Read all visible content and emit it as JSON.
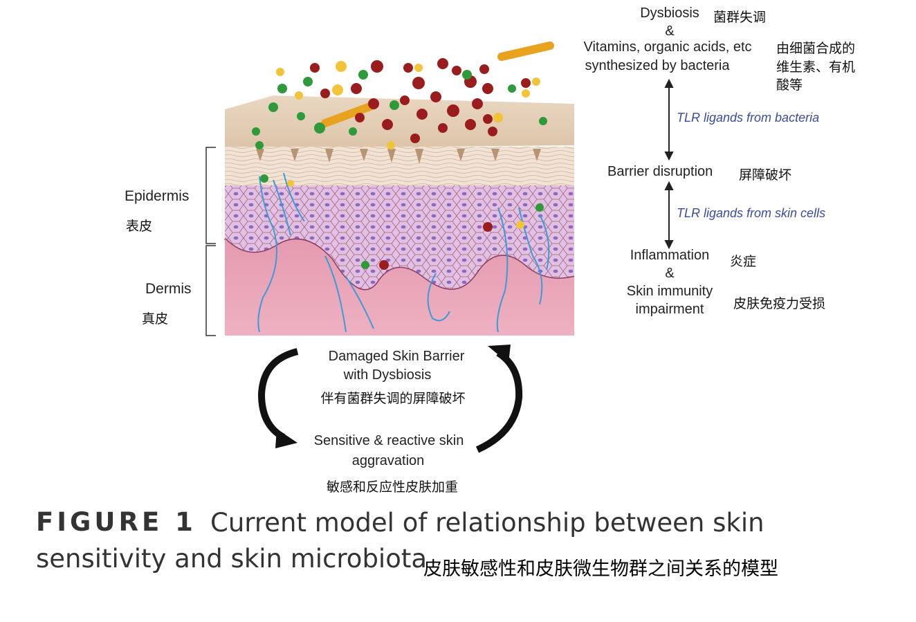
{
  "figure": {
    "label": "FIGURE 1",
    "caption_line1": "Current model of relationship between skin",
    "caption_line2": "sensitivity and skin microbiota",
    "caption_cn": "皮肤敏感性和皮肤微生物群之间关系的模型"
  },
  "skin_labels": {
    "epidermis": "Epidermis",
    "epidermis_cn": "表皮",
    "dermis": "Dermis",
    "dermis_cn": "真皮"
  },
  "cascade": {
    "dysbiosis": "Dysbiosis",
    "dysbiosis_cn": "菌群失调",
    "amp1": "&",
    "vitamins_line1": "Vitamins, organic acids, etc",
    "vitamins_line2": "synthesized by bacteria",
    "vitamins_cn_line1": "由细菌合成的",
    "vitamins_cn_line2": "维生素、有机",
    "vitamins_cn_line3": "酸等",
    "tlr_bacteria": "TLR ligands from bacteria",
    "barrier": "Barrier disruption",
    "barrier_cn": "屏障破坏",
    "tlr_skin": "TLR ligands from skin cells",
    "inflammation": "Inflammation",
    "inflammation_cn": "炎症",
    "amp2": "&",
    "immunity_line1": "Skin immunity",
    "immunity_line2": "impairment",
    "immunity_cn": "皮肤免疫力受损"
  },
  "cycle": {
    "top_line1": "Damaged Skin Barrier",
    "top_line2": "with Dysbiosis",
    "top_cn": "伴有菌群失调的屏障破坏",
    "bottom_line1": "Sensitive & reactive skin",
    "bottom_line2": "aggravation",
    "bottom_cn": "敏感和反应性皮肤加重"
  },
  "colors": {
    "bacteria_red": "#9b1c1c",
    "bacteria_green": "#2e9a3a",
    "bacteria_yellow": "#f2c43a",
    "rod_orange": "#e8a21e",
    "dermis_pink": "#e9a1b4",
    "epidermis_purple": "#dcb6dc",
    "nerve_blue": "#3c9ad8",
    "tlr_text": "#3a4aa0"
  }
}
